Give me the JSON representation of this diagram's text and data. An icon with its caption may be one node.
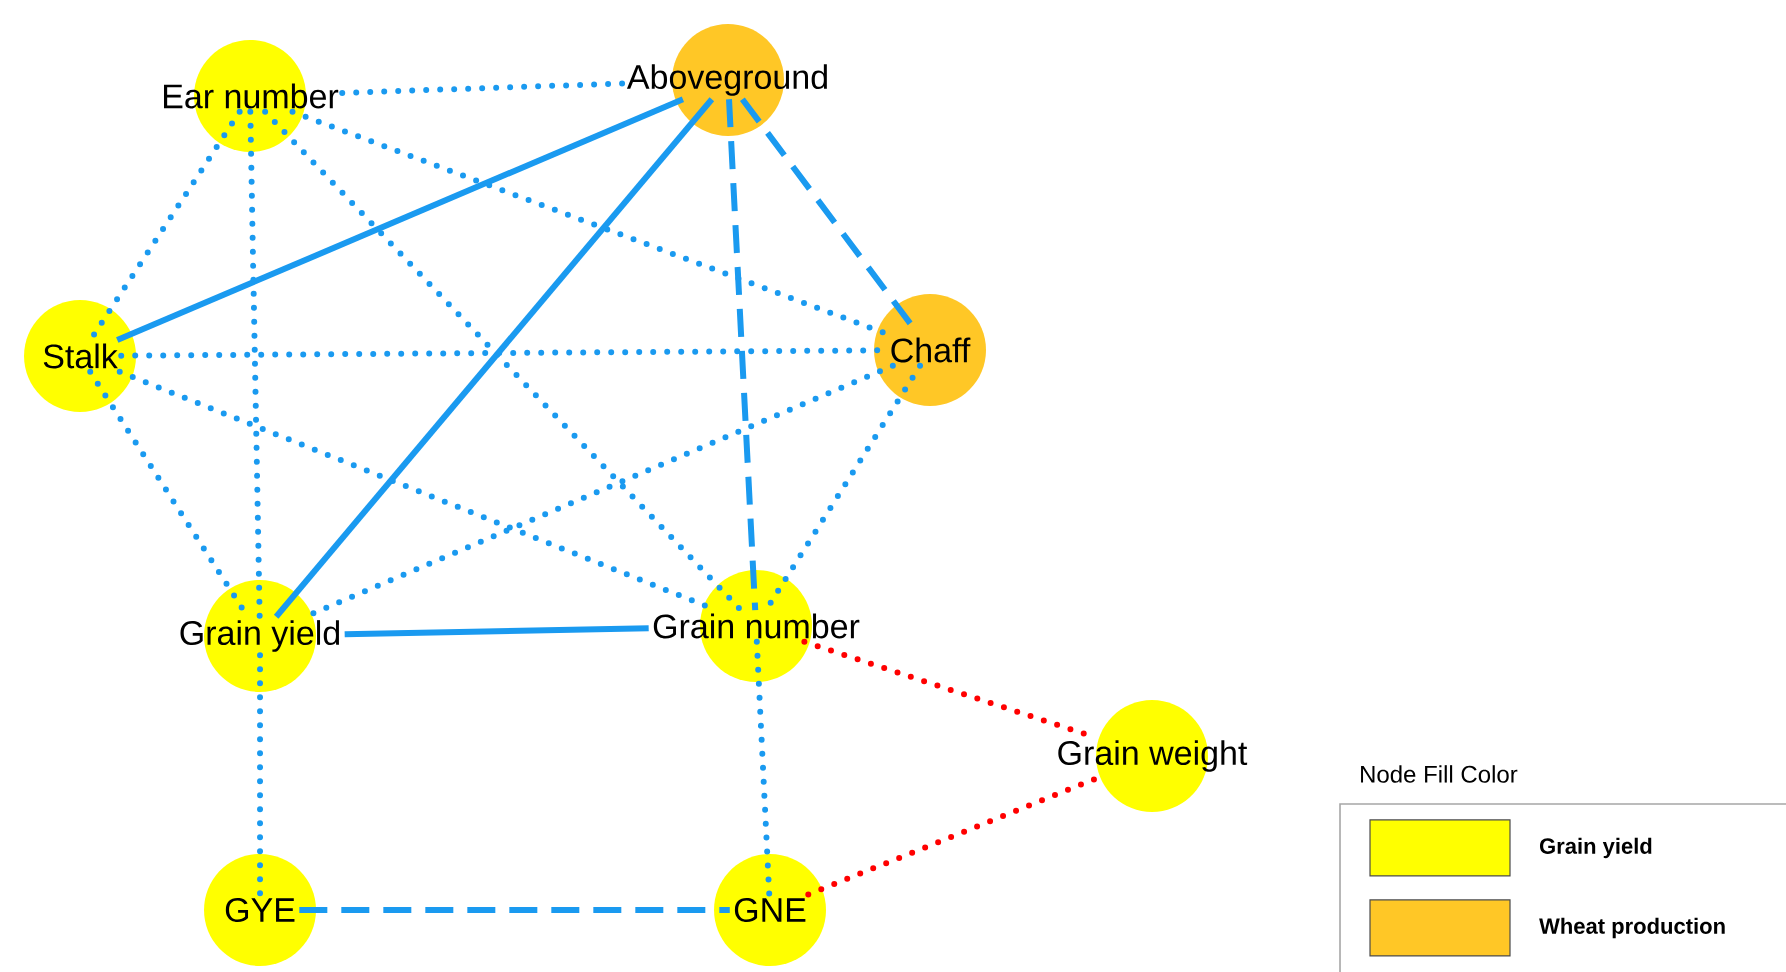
{
  "diagram": {
    "nodes": [
      {
        "text": [
          "Ear number"
        ]
      },
      {
        "text": [
          "Aboveground"
        ]
      },
      {
        "text": [
          "Stalk"
        ]
      },
      {
        "text": [
          "Chaff"
        ]
      },
      {
        "text": [
          "Grain yield"
        ]
      },
      {
        "text": [
          "Grain number"
        ]
      },
      {
        "text": [
          "Grain weight"
        ]
      },
      {
        "text": [
          "GYE"
        ]
      },
      {
        "text": [
          "GNE"
        ]
      }
    ],
    "edges": [
      {
        "from": 0,
        "to": 1,
        "arrow": "none",
        "style": "dashed"
      },
      {
        "from": 0,
        "to": 2,
        "arrow": "none",
        "style": "dashed"
      },
      {
        "from": 0,
        "to": 4,
        "arrow": "none",
        "style": "dashed"
      },
      {
        "from": 0,
        "to": 5,
        "arrow": "none",
        "style": "dashed"
      },
      {
        "from": 0,
        "to": 3,
        "arrow": "none",
        "style": "dashed"
      },
      {
        "from": 1,
        "to": 2,
        "arrow": "none"
      },
      {
        "from": 1,
        "to": 4,
        "arrow": "none"
      },
      {
        "from": 1,
        "to": 3,
        "arrow": "none",
        "style": "dashed"
      },
      {
        "from": 1,
        "to": 5,
        "arrow": "none",
        "style": "dashed"
      },
      {
        "from": 2,
        "to": 3,
        "arrow": "none",
        "style": "dashed"
      },
      {
        "from": 2,
        "to": 4,
        "arrow": "none",
        "style": "dashed"
      },
      {
        "from": 2,
        "to": 5,
        "arrow": "none",
        "style": "dashed"
      },
      {
        "from": 3,
        "to": 4,
        "arrow": "none",
        "style": "dashed"
      },
      {
        "from": 3,
        "to": 5,
        "arrow": "none",
        "style": "dashed"
      },
      {
        "from": 4,
        "to": 5,
        "arrow": "none"
      },
      {
        "from": 4,
        "to": 7,
        "arrow": "none",
        "style": "dashed"
      },
      {
        "from": 5,
        "to": 8,
        "arrow": "none",
        "style": "dashed"
      },
      {
        "from": 5,
        "to": 6,
        "arrow": "none",
        "style": "dashed",
        "color": "#ff0000"
      },
      {
        "from": 8,
        "to": 6,
        "arrow": "none",
        "style": "dashed",
        "color": "#ff0000"
      },
      {
        "from": 7,
        "to": 8,
        "arrow": "none",
        "style": "dashed"
      }
    ],
    "labels": [
      "Node Fill Color"
    ],
    "legend": [
      {
        "text": "Grain yield",
        "color": "#ffff00"
      },
      {
        "text": "Wheat production",
        "color": "#ffc726"
      }
    ]
  }
}
